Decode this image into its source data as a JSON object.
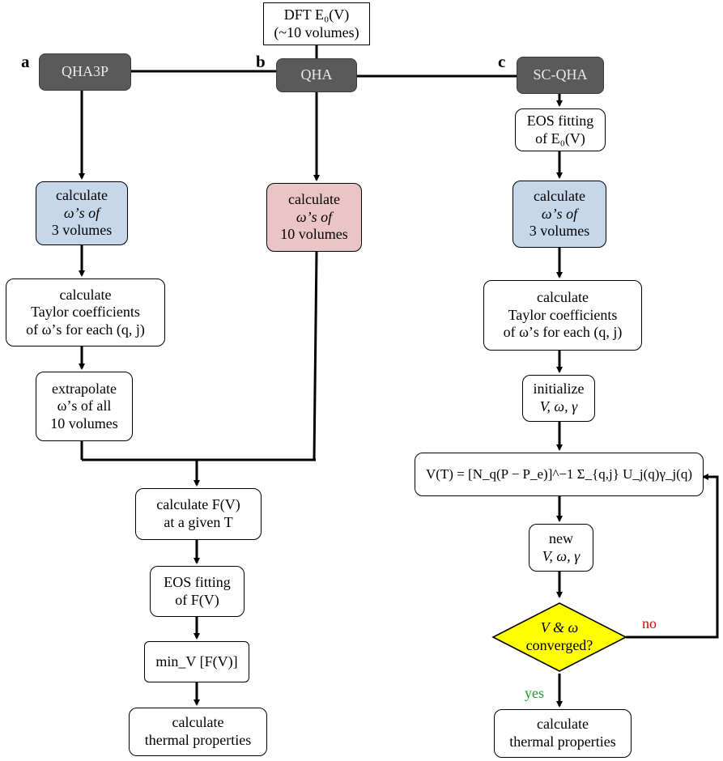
{
  "top": {
    "line1": "DFT E₀(V)",
    "line2": "(~10 volumes)"
  },
  "letters": {
    "a": "a",
    "b": "b",
    "c": "c"
  },
  "headers": {
    "qha3p": "QHA3P",
    "qha": "QHA",
    "scqha": "SC-QHA"
  },
  "colA": {
    "calc": [
      "calculate",
      "ω’s of",
      "3 volumes"
    ],
    "taylor": [
      "calculate",
      "Taylor coefficients",
      "of ω’s for each (q, j)"
    ],
    "extrap": [
      "extrapolate",
      "ω’s of all",
      "10 volumes"
    ]
  },
  "colB": {
    "calc": [
      "calculate",
      "ω’s of",
      "10 volumes"
    ],
    "free": [
      "calculate  F(V)",
      "at a given T"
    ],
    "eos": [
      "EOS fitting",
      "of F(V)"
    ],
    "min": "min_V [F(V)]",
    "thermal": [
      "calculate",
      "thermal properties"
    ]
  },
  "colC": {
    "eos": [
      "EOS fitting",
      "of E₀(V)"
    ],
    "calc": [
      "calculate",
      "ω’s of",
      "3 volumes"
    ],
    "taylor": [
      "calculate",
      "Taylor coefficients",
      "of ω’s for each (q, j)"
    ],
    "init": [
      "initialize",
      "V, ω, γ"
    ],
    "equation": "V(T) = [N_q(P − P_e)]^−1 Σ_{q,j} U_j(q)γ_j(q)",
    "new": [
      "new",
      "V, ω, γ"
    ],
    "converged": [
      "V & ω",
      "converged?"
    ],
    "thermal": [
      "calculate",
      "thermal properties"
    ]
  },
  "labels": {
    "no": "no",
    "yes": "yes"
  },
  "colors": {
    "dark": "#5a5a5a",
    "blue": "#c6d7ea",
    "pink": "#ebc5c5",
    "diamond": "#ffff00",
    "no": "#e00000",
    "yes": "#1f9a1f"
  }
}
